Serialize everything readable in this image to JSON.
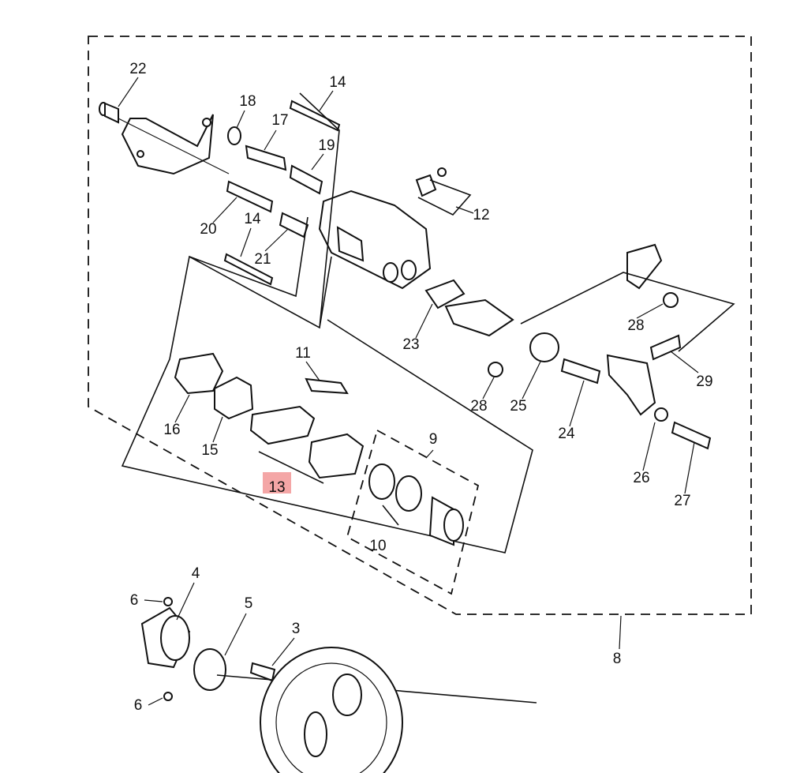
{
  "highlight_color": "#f4a6a6",
  "callouts": {
    "c3": "3",
    "c4": "4",
    "c5": "5",
    "c6a": "6",
    "c6b": "6",
    "c8": "8",
    "c9": "9",
    "c10": "10",
    "c11": "11",
    "c12": "12",
    "c13": "13",
    "c14a": "14",
    "c14b": "14",
    "c15": "15",
    "c16": "16",
    "c17": "17",
    "c18": "18",
    "c19": "19",
    "c20": "20",
    "c21": "21",
    "c22": "22",
    "c23": "23",
    "c24": "24",
    "c25": "25",
    "c26": "26",
    "c27": "27",
    "c28a": "28",
    "c28b": "28",
    "c29": "29"
  }
}
